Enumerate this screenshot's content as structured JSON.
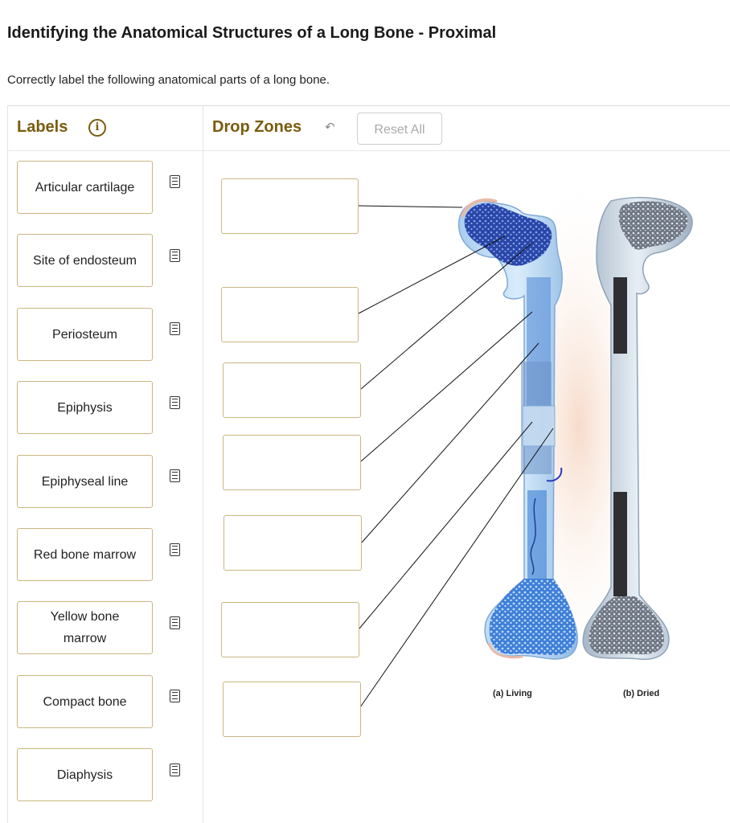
{
  "header": {
    "title": "Identifying the Anatomical Structures of a Long Bone - Proximal",
    "instructions": "Correctly label the following anatomical parts of a long bone."
  },
  "labels_panel": {
    "heading": "Labels",
    "info_icon": "info-icon",
    "items": [
      {
        "label": "Articular cartilage"
      },
      {
        "label": "Site of endosteum"
      },
      {
        "label": "Periosteum"
      },
      {
        "label": "Epiphysis"
      },
      {
        "label": "Epiphyseal line"
      },
      {
        "label": "Red bone marrow"
      },
      {
        "label": "Yellow bone marrow"
      },
      {
        "label": "Compact bone"
      },
      {
        "label": "Diaphysis"
      }
    ]
  },
  "drop_zones_panel": {
    "heading": "Drop Zones",
    "undo_icon": "undo-icon",
    "reset_label": "Reset All",
    "zones": [
      "",
      "",
      "",
      "",
      "",
      "",
      ""
    ]
  },
  "figure": {
    "caption_a": "(a) Living",
    "caption_b": "(b) Dried"
  },
  "colors": {
    "accent": "#7a5c0d",
    "card_border": "#c9b780",
    "bone_living": "#5b8fd6",
    "bone_dried": "#aebdcc"
  }
}
